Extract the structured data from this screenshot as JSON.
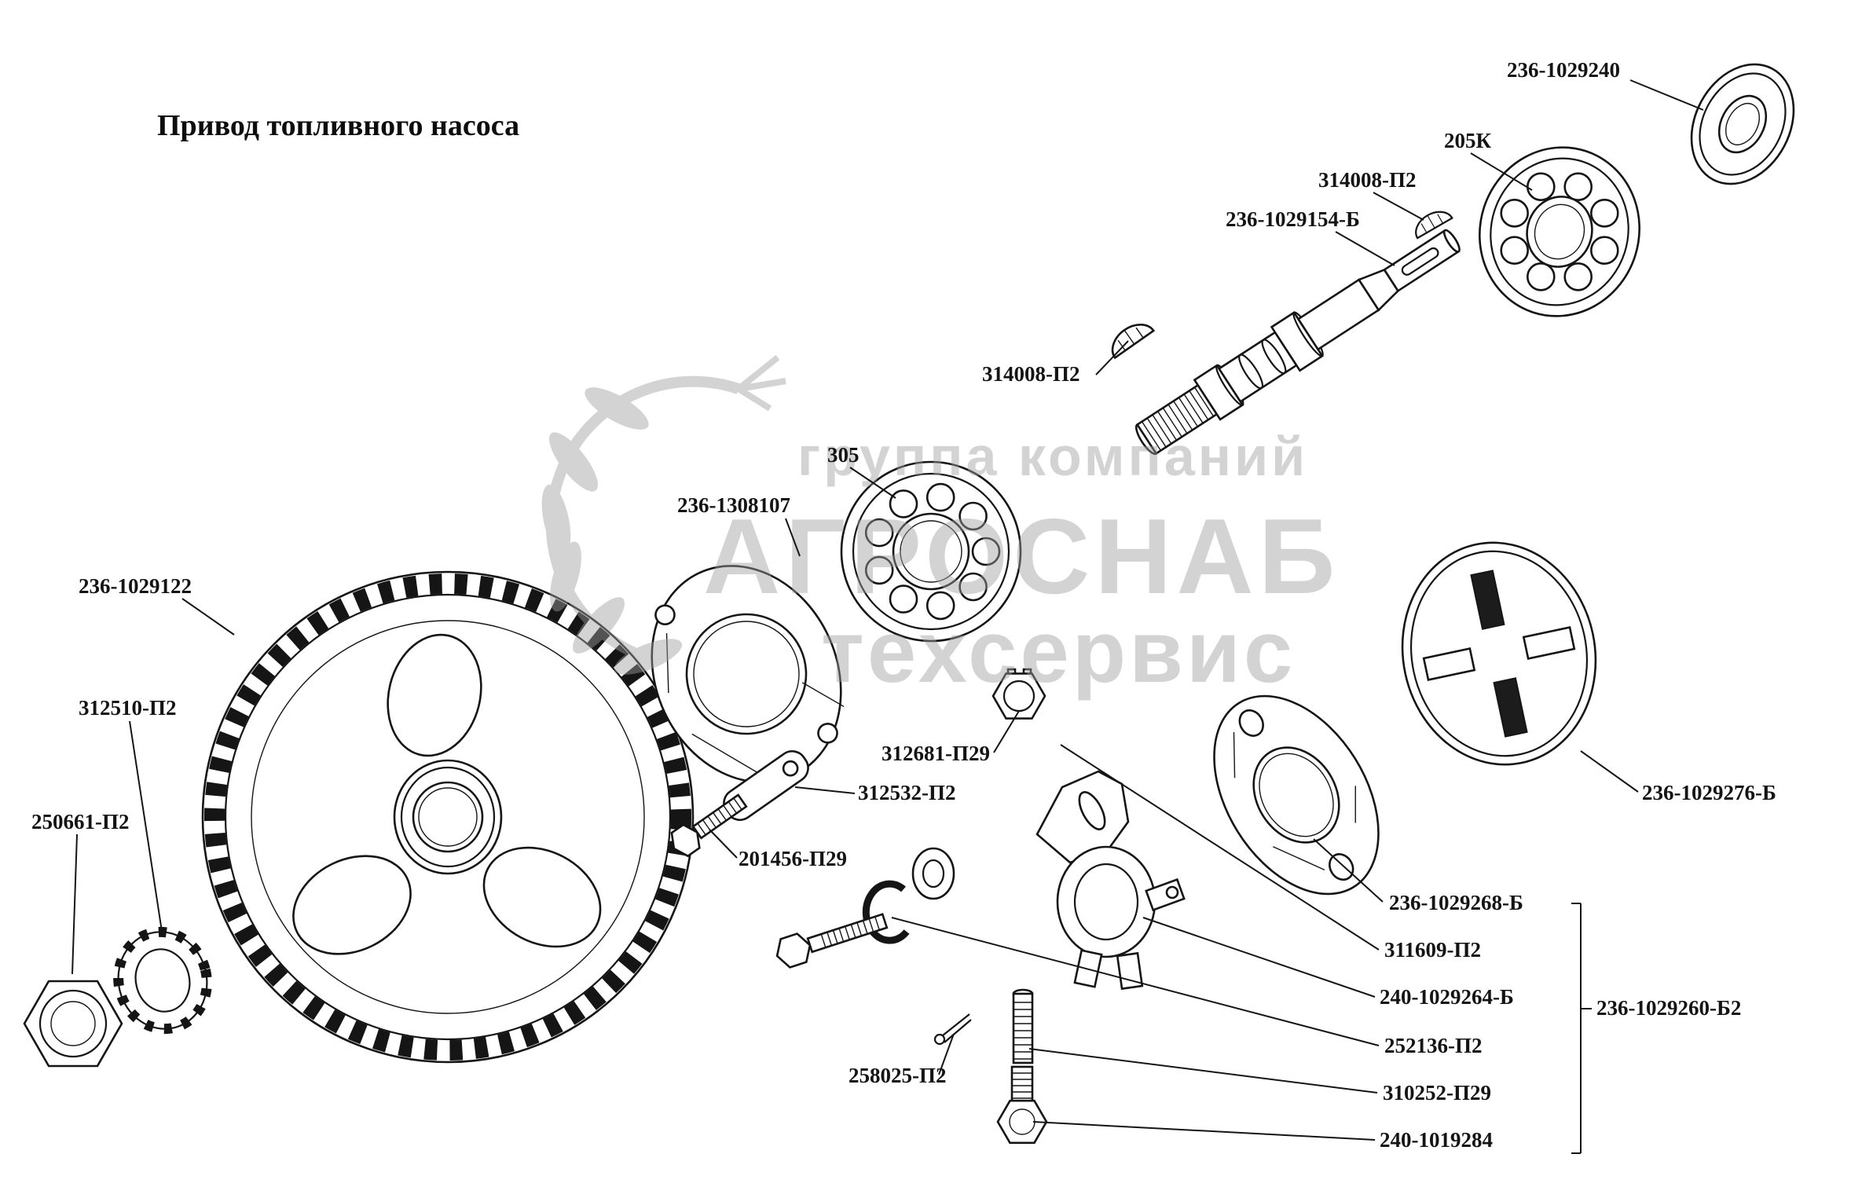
{
  "title": "Привод топливного насоса",
  "watermark": {
    "line1": "группа компаний",
    "line2": "АГРОСНАБ",
    "line3": "техсервис"
  },
  "colors": {
    "ink": "#151515",
    "watermark_gray": "#9f9f9f",
    "background": "#ffffff"
  },
  "labels": {
    "bearing_236_1029240": "236-1029240",
    "bearing_205k": "205К",
    "key_314008_upper": "314008-П2",
    "shaft_236_1029154": "236-1029154-Б",
    "key_314008_lower": "314008-П2",
    "bearing_305": "305",
    "plate_236_1308107": "236-1308107",
    "gear_236_1029122": "236-1029122",
    "washer_312510": "312510-П2",
    "nut_250661": "250661-П2",
    "nut_312681": "312681-П29",
    "plate_312532": "312532-П2",
    "bolt_201456": "201456-П29",
    "disc_236_1029276": "236-1029276-Б",
    "flange_236_1029268": "236-1029268-Б",
    "washer_311609": "311609-П2",
    "clamp_240_1029264": "240-1029264-Б",
    "drive_236_1029260": "236-1029260-Б2",
    "washer_252136": "252136-П2",
    "pin_258025": "258025-П2",
    "bolt_310252": "310252-П29",
    "bolt_240_1019284": "240-1019284"
  }
}
